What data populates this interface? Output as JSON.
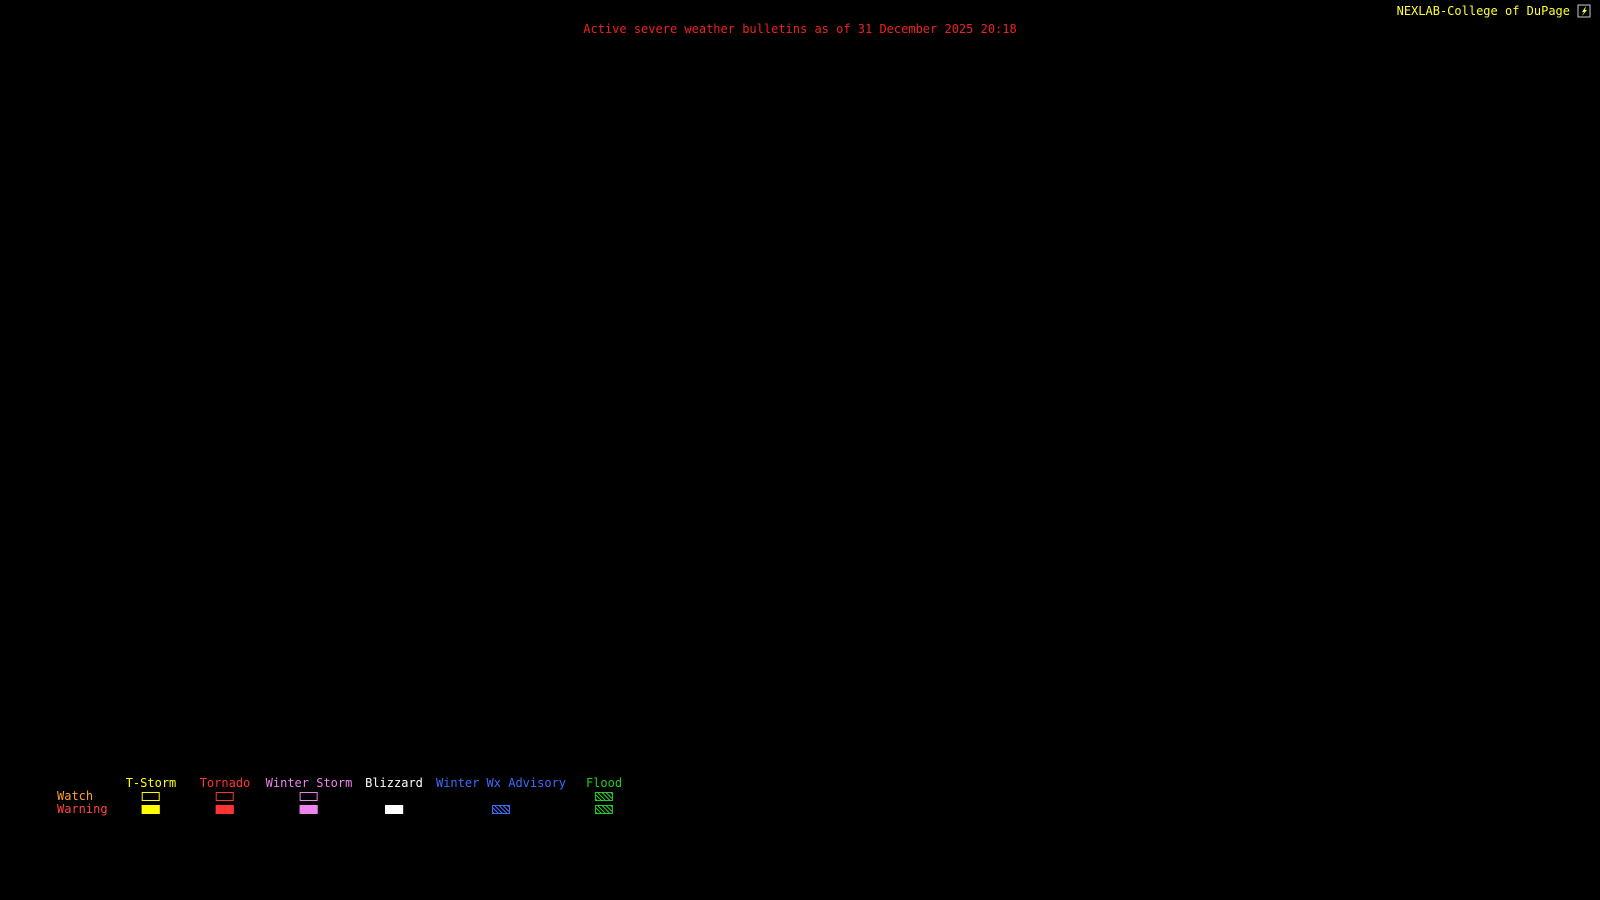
{
  "header": {
    "brand": "NEXLAB-College of DuPage",
    "brand_color": "#ffff33",
    "title": "Active severe weather bulletins as of 31 December 2025 20:18",
    "title_color": "#ee2222"
  },
  "legend": {
    "watch_label": "Watch",
    "watch_label_color": "#ffa030",
    "warning_label": "Warning",
    "warning_label_color": "#ff4444",
    "columns": [
      {
        "label": "T-Storm",
        "color": "#ffff00",
        "watch": "outline",
        "warning": "filled"
      },
      {
        "label": "Tornado",
        "color": "#ff3333",
        "watch": "outline",
        "warning": "filled"
      },
      {
        "label": "Winter Storm",
        "color": "#ee82ee",
        "watch": "outline",
        "warning": "filled"
      },
      {
        "label": "Blizzard",
        "color": "#ffffff",
        "watch": "none",
        "warning": "filled"
      },
      {
        "label": "Winter Wx Advisory",
        "color": "#3c6cff",
        "watch": "none",
        "warning": "hatched"
      },
      {
        "label": "Flood",
        "color": "#22cc22",
        "watch": "hatched",
        "warning": "hatched"
      }
    ]
  }
}
